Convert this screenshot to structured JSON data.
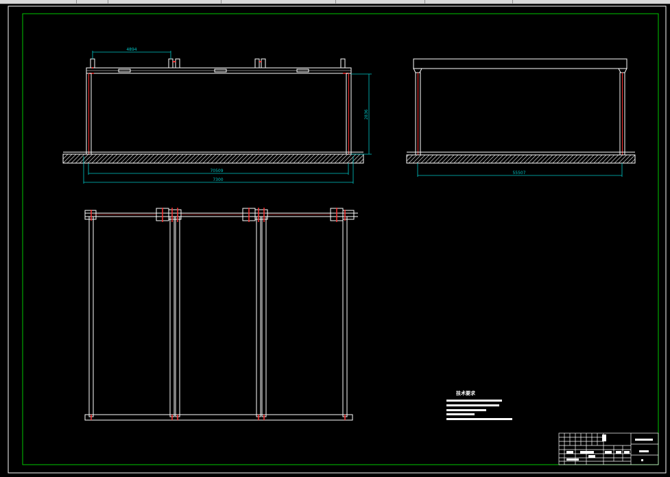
{
  "drawing": {
    "front_view": {
      "dims": {
        "top_offset": "4894",
        "height": "2836",
        "inner_span": "70509",
        "total_span": "7300"
      }
    },
    "side_view": {
      "dims": {
        "span": "55507"
      }
    },
    "notes": {
      "title": "技术要求"
    }
  },
  "colors": {
    "background": "#000000",
    "border": "#00c800",
    "lines": "#ffffff",
    "dimension": "#00c8c8",
    "accent": "#ff3030"
  }
}
